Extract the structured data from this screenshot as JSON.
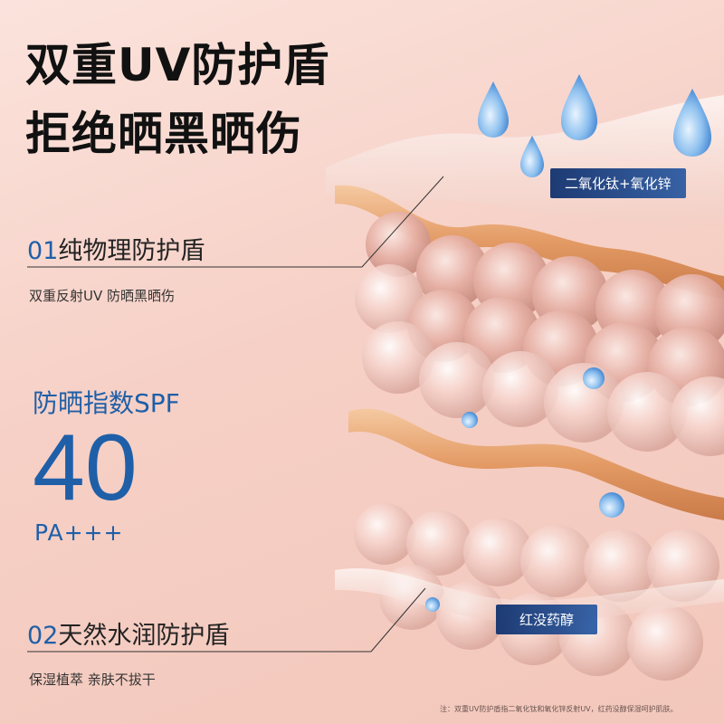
{
  "headline": {
    "line1": "双重UV防护盾",
    "line2": "拒绝晒黑晒伤"
  },
  "section1": {
    "number": "01",
    "title": "纯物理防护盾",
    "subtitle": "双重反射UV 防晒黑晒伤"
  },
  "spf": {
    "label": "防晒指数SPF",
    "value": "40",
    "pa": "PA+++"
  },
  "section2": {
    "number": "02",
    "title": "天然水润防护盾",
    "subtitle": "保湿植萃 亲肤不拔干"
  },
  "badges": {
    "top": "二氧化钛+氧化锌",
    "bottom": "红没药醇"
  },
  "footnote": "注：双重UV防护盾指二氧化钛和氧化锌反射UV，红药没醇保湿呵护肌肤。",
  "colors": {
    "accent_blue": "#1f5fa8",
    "badge_navy": "#1d3f7c",
    "background": "#f6d0c6"
  }
}
